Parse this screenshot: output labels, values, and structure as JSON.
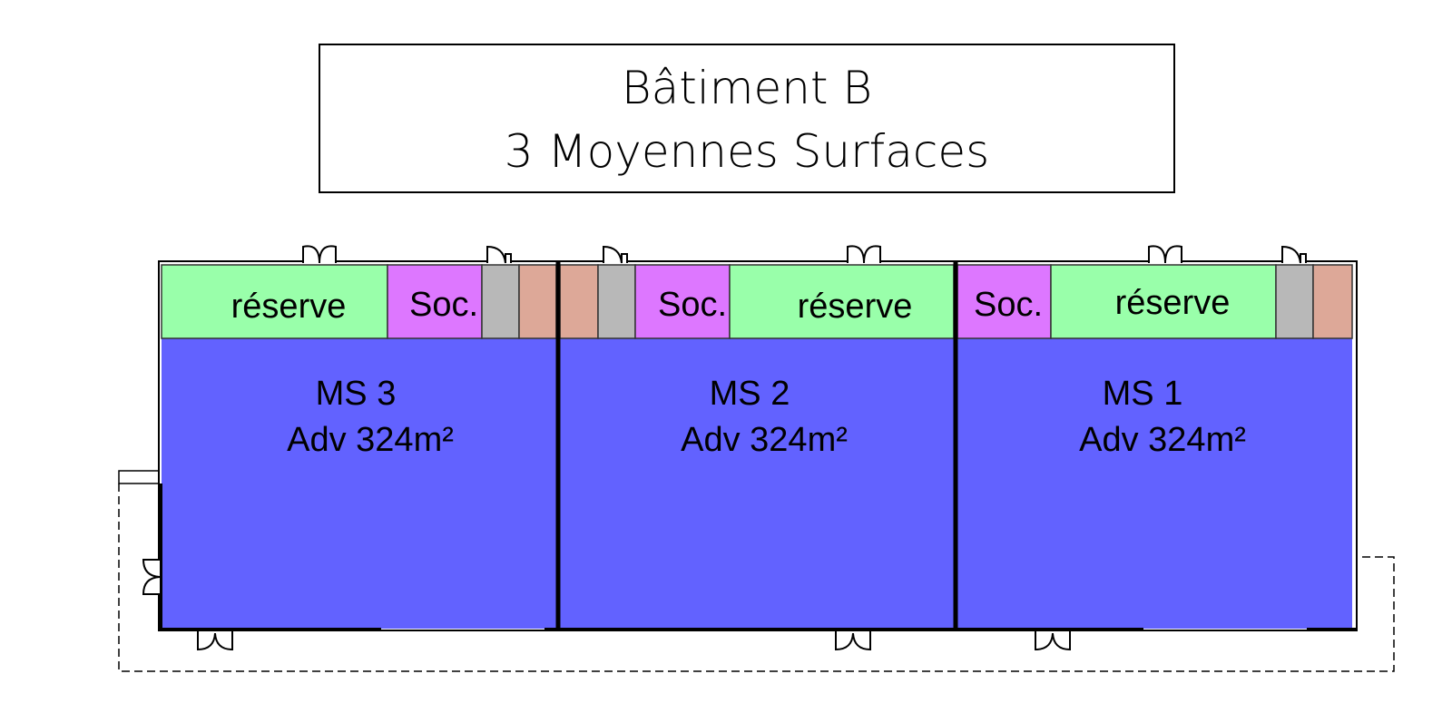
{
  "title": {
    "line1": "Bâtiment B",
    "line2": "3 Moyennes Surfaces"
  },
  "colors": {
    "reserve": "#99FFAA",
    "social": "#DD77FF",
    "technical": "#B8B8B8",
    "sanitary": "#DDA898",
    "sales_area": "#6262FF"
  },
  "units": [
    {
      "name": "MS 3",
      "area": "Adv 324m²",
      "reserve_label": "réserve",
      "social_label": "Soc."
    },
    {
      "name": "MS 2",
      "area": "Adv 324m²",
      "reserve_label": "réserve",
      "social_label": "Soc."
    },
    {
      "name": "MS 1",
      "area": "Adv 324m²",
      "reserve_label": "réserve",
      "social_label": "Soc."
    }
  ]
}
